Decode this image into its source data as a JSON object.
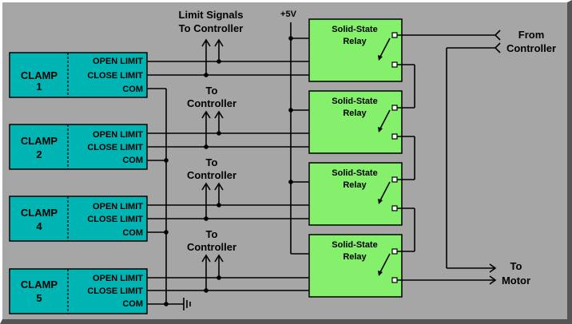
{
  "diagram": {
    "clamps": [
      {
        "id": "clamp-1",
        "label": "CLAMP",
        "number": "1",
        "pins": {
          "open": "OPEN LIMIT",
          "close": "CLOSE LIMIT",
          "com": "COM"
        }
      },
      {
        "id": "clamp-2",
        "label": "CLAMP",
        "number": "2",
        "pins": {
          "open": "OPEN LIMIT",
          "close": "CLOSE LIMIT",
          "com": "COM"
        }
      },
      {
        "id": "clamp-4",
        "label": "CLAMP",
        "number": "4",
        "pins": {
          "open": "OPEN LIMIT",
          "close": "CLOSE LIMIT",
          "com": "COM"
        }
      },
      {
        "id": "clamp-5",
        "label": "CLAMP",
        "number": "5",
        "pins": {
          "open": "OPEN LIMIT",
          "close": "CLOSE LIMIT",
          "com": "COM"
        }
      }
    ],
    "relays": [
      {
        "id": "relay-1",
        "line1": "Solid-State",
        "line2": "Relay"
      },
      {
        "id": "relay-2",
        "line1": "Solid-State",
        "line2": "Relay"
      },
      {
        "id": "relay-3",
        "line1": "Solid-State",
        "line2": "Relay"
      },
      {
        "id": "relay-4",
        "line1": "Solid-State",
        "line2": "Relay"
      }
    ],
    "labels": {
      "limit_signals_1": "Limit Signals",
      "limit_signals_2": "To Controller",
      "to_1": "To",
      "controller_1": "Controller",
      "to_2": "To",
      "controller_2": "Controller",
      "to_3": "To",
      "controller_3": "Controller",
      "supply": "+5V",
      "from": "From",
      "from_controller": "Controller",
      "to_motor_1": "To",
      "to_motor_2": "Motor"
    }
  }
}
